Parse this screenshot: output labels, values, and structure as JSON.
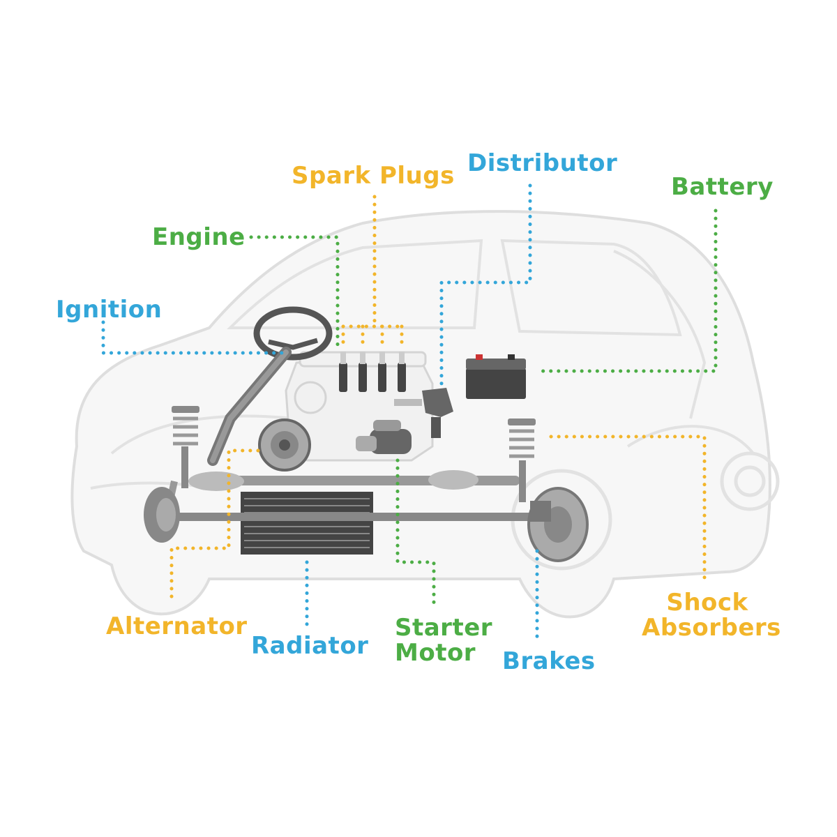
{
  "colors": {
    "green": "#4cad45",
    "blue": "#33a6d9",
    "orange": "#f2b52a",
    "outline": "#dcdcdc",
    "part_dark": "#555555",
    "part_mid": "#9a9a9a"
  },
  "labels": {
    "spark_plugs": "Spark Plugs",
    "distributor": "Distributor",
    "battery": "Battery",
    "engine": "Engine",
    "ignition": "Ignition",
    "alternator": "Alternator",
    "radiator": "Radiator",
    "starter_motor_line1": "Starter",
    "starter_motor_line2": "Motor",
    "brakes": "Brakes",
    "shock_absorbers_line1": "Shock",
    "shock_absorbers_line2": "Absorbers"
  }
}
